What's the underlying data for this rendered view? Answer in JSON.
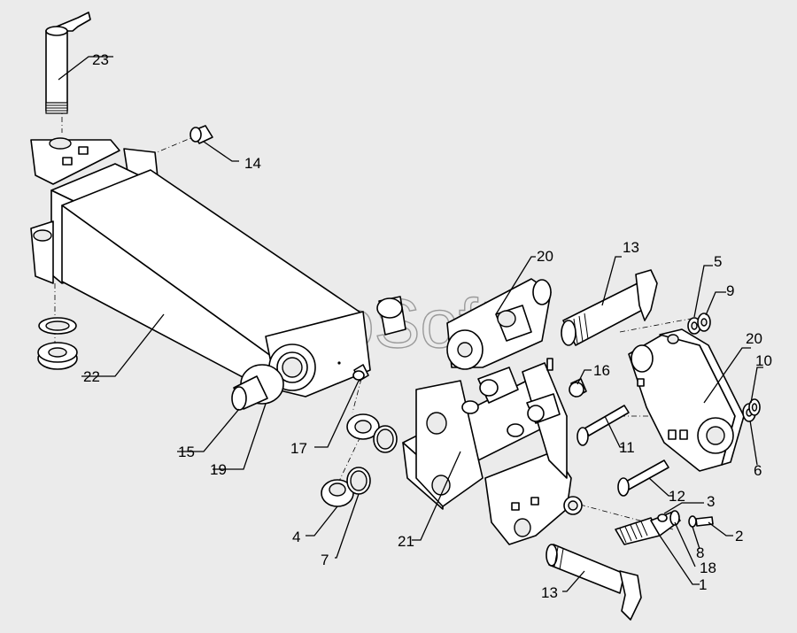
{
  "watermark": "AutoSoft",
  "callouts": [
    {
      "id": "c23",
      "text": "23"
    },
    {
      "id": "c14",
      "text": "14"
    },
    {
      "id": "c22",
      "text": "22"
    },
    {
      "id": "c15",
      "text": "15"
    },
    {
      "id": "c19",
      "text": "19"
    },
    {
      "id": "c17",
      "text": "17"
    },
    {
      "id": "c4",
      "text": "4"
    },
    {
      "id": "c7",
      "text": "7"
    },
    {
      "id": "c21",
      "text": "21"
    },
    {
      "id": "c20a",
      "text": "20"
    },
    {
      "id": "c13a",
      "text": "13"
    },
    {
      "id": "c16",
      "text": "16"
    },
    {
      "id": "c11",
      "text": "11"
    },
    {
      "id": "c5",
      "text": "5"
    },
    {
      "id": "c9",
      "text": "9"
    },
    {
      "id": "c20b",
      "text": "20"
    },
    {
      "id": "c10",
      "text": "10"
    },
    {
      "id": "c6",
      "text": "6"
    },
    {
      "id": "c12",
      "text": "12"
    },
    {
      "id": "c3",
      "text": "3"
    },
    {
      "id": "c2",
      "text": "2"
    },
    {
      "id": "c8",
      "text": "8"
    },
    {
      "id": "c18",
      "text": "18"
    },
    {
      "id": "c1",
      "text": "1"
    },
    {
      "id": "c13b",
      "text": "13"
    }
  ]
}
